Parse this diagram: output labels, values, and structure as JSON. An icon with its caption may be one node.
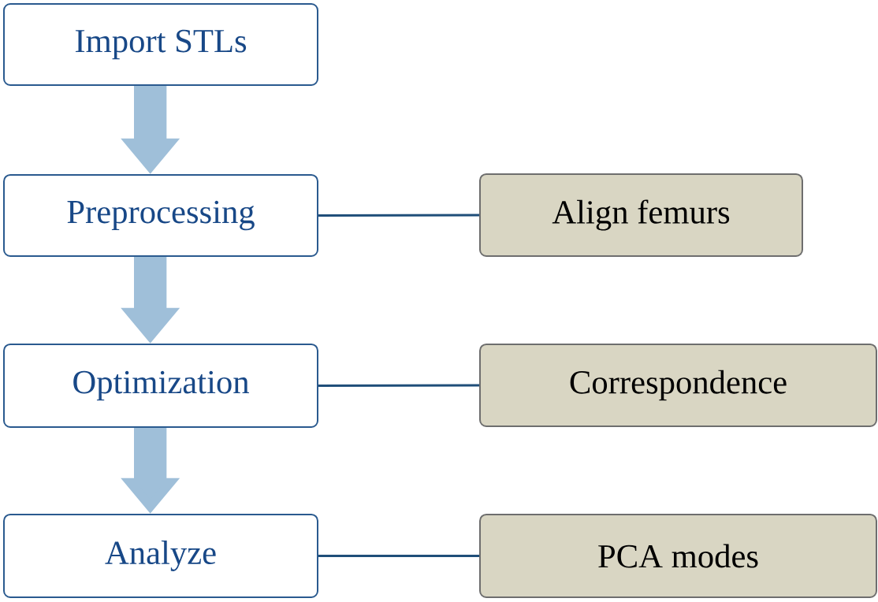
{
  "diagram": {
    "nodes": [
      {
        "text": [
          "Import STLs"
        ]
      },
      {
        "text": [
          "Preprocessing"
        ]
      },
      {
        "text": [
          "Optimization"
        ]
      },
      {
        "text": [
          "Analyze"
        ]
      },
      {
        "text": [
          "Align femurs"
        ]
      },
      {
        "text": [
          "Correspondence"
        ]
      },
      {
        "text": [
          "PCA modes"
        ]
      }
    ],
    "edges": [
      {
        "from": 0,
        "to": 1,
        "arrow": "to",
        "style": "thick",
        "color": "#9fbfd9"
      },
      {
        "from": 1,
        "to": 2,
        "arrow": "to",
        "style": "thick",
        "color": "#9fbfd9"
      },
      {
        "from": 2,
        "to": 3,
        "arrow": "to",
        "style": "thick",
        "color": "#9fbfd9"
      },
      {
        "from": 1,
        "to": 4,
        "arrow": "none",
        "color": "#1f4e79"
      },
      {
        "from": 2,
        "to": 5,
        "arrow": "none",
        "color": "#1f4e79"
      },
      {
        "from": 3,
        "to": 6,
        "arrow": "none",
        "color": "#1f4e79"
      }
    ]
  }
}
